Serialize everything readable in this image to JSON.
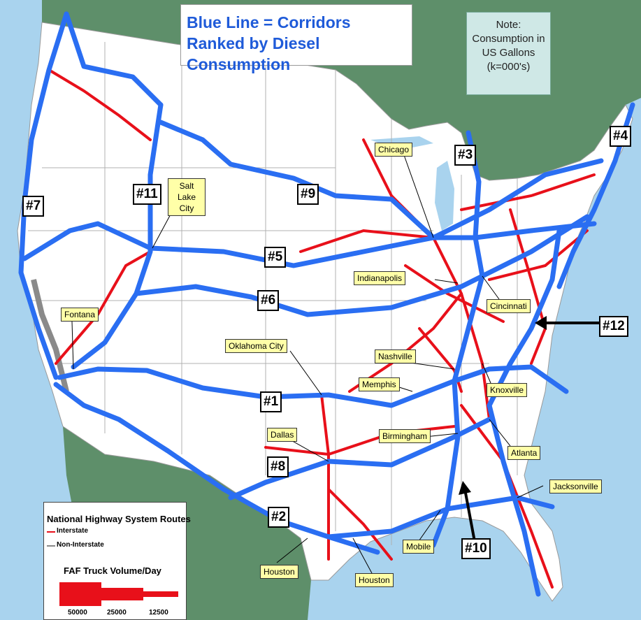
{
  "title": "Blue Line = Corridors Ranked by Diesel Consumption",
  "note": [
    "Note:",
    "Consumption in",
    "US Gallons",
    "(k=000's)"
  ],
  "corridor_labels": [
    "#1",
    "#2",
    "#3",
    "#4",
    "#5",
    "#6",
    "#7",
    "#8",
    "#9",
    "#10",
    "#11",
    "#12"
  ],
  "city_labels": {
    "chicago": "Chicago",
    "salt_lake_city": "Salt Lake City",
    "indianapolis": "Indianapolis",
    "cincinnati": "Cincinnati",
    "fontana": "Fontana",
    "oklahoma_city": "Oklahoma City",
    "nashville": "Nashville",
    "memphis": "Memphis",
    "knoxville": "Knoxville",
    "dallas": "Dallas",
    "birmingham": "Birmingham",
    "atlanta": "Atlanta",
    "jacksonville": "Jacksonville",
    "mobile": "Mobile",
    "houston_1": "Houston",
    "houston_2": "Houston"
  },
  "legend": {
    "title": "National Highway System Routes",
    "interstate": "Interstate",
    "non_interstate": "Non-Interstate",
    "volume_title": "FAF Truck Volume/Day",
    "ticks": [
      "50000",
      "25000",
      "12500"
    ]
  },
  "colors": {
    "corridor": "#2a6ef2",
    "interstate": "#e8101a",
    "non_interstate": "#8a8a8a",
    "ocean": "#a9d3ee",
    "land_foreign": "#5e8f6a",
    "land_us": "#ffffff",
    "title_text": "#1f5bd9",
    "note_bg": "#cfe8e6",
    "city_bg": "#ffffa8"
  }
}
